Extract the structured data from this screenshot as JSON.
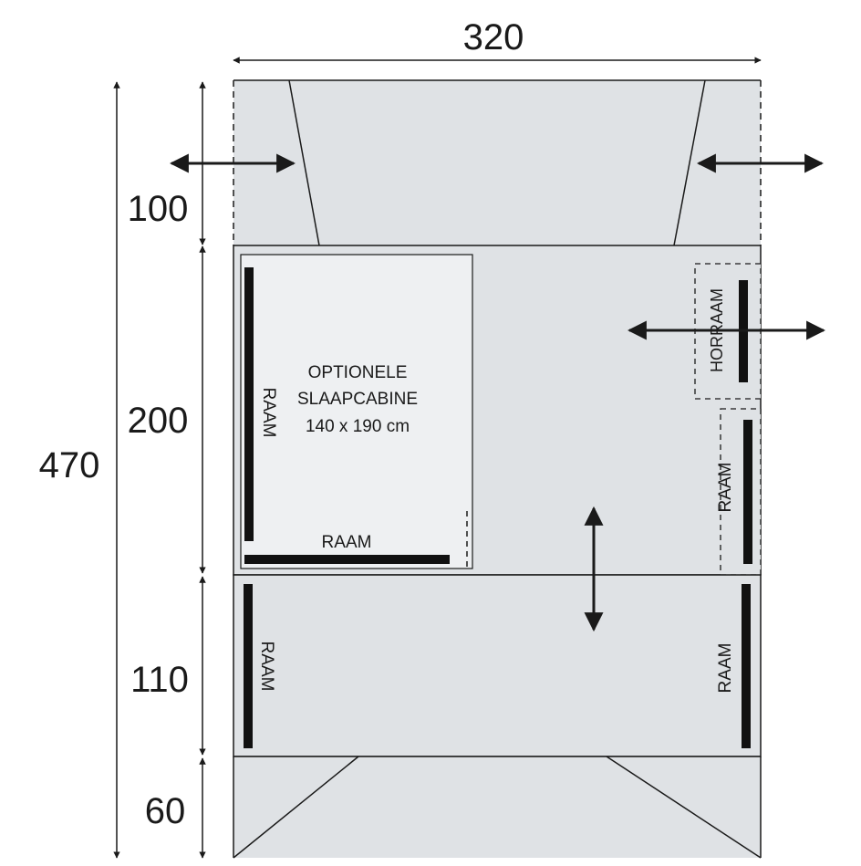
{
  "dimensions": {
    "width": "320",
    "total_depth": "470",
    "front": "100",
    "middle": "200",
    "rear": "110",
    "bottom": "60"
  },
  "labels": {
    "cabin_line1": "OPTIONELE",
    "cabin_line2": "SLAAPCABINE",
    "cabin_line3": "140 x 190 cm",
    "window": "RAAM",
    "screen_window": "HORRAAM"
  },
  "colors": {
    "panel_fill": "#dfe2e5",
    "cabin_fill": "#eef0f2",
    "outline": "#1a1a1a"
  }
}
